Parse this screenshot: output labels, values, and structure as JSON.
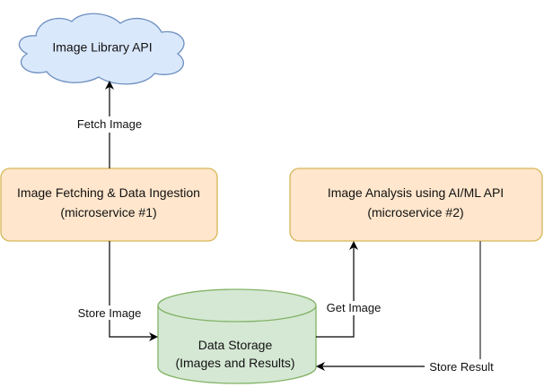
{
  "nodes": {
    "image_library_api": {
      "label": "Image Library API",
      "shape": "cloud",
      "fill": "#dae8fc",
      "stroke": "#6c8ebf"
    },
    "microservice_1": {
      "line1": "Image Fetching & Data Ingestion",
      "line2": "(microservice #1)",
      "shape": "rounded-rect",
      "fill": "#ffe6cc",
      "stroke": "#d6b656"
    },
    "microservice_2": {
      "line1": "Image Analysis using AI/ML API",
      "line2": "(microservice #2)",
      "shape": "rounded-rect",
      "fill": "#ffe6cc",
      "stroke": "#d6b656"
    },
    "data_storage": {
      "line1": "Data Storage",
      "line2": "(Images and Results)",
      "shape": "cylinder",
      "fill": "#d5e8d4",
      "stroke": "#82b366"
    }
  },
  "edges": [
    {
      "from": "microservice_1",
      "to": "image_library_api",
      "label": "Fetch Image"
    },
    {
      "from": "microservice_1",
      "to": "data_storage",
      "label": "Store Image"
    },
    {
      "from": "data_storage",
      "to": "microservice_2",
      "label": "Get Image"
    },
    {
      "from": "microservice_2",
      "to": "data_storage",
      "label": "Store Result"
    }
  ],
  "colors": {
    "edge": "#000000",
    "edge_store_result": "#808080"
  }
}
